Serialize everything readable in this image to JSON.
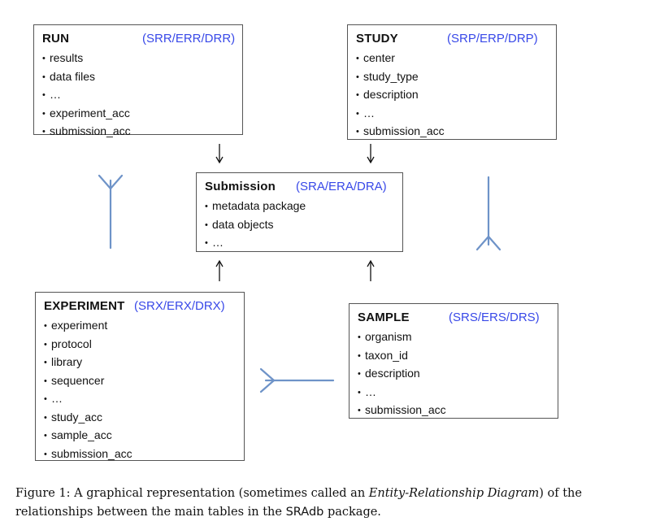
{
  "entities": {
    "run": {
      "title": "RUN",
      "code": "(SRR/ERR/DRR)",
      "fields": [
        "results",
        "data files",
        "…",
        "experiment_acc",
        "submission_acc"
      ]
    },
    "study": {
      "title": "STUDY",
      "code": "(SRP/ERP/DRP)",
      "fields": [
        "center",
        "study_type",
        "description",
        "…",
        "submission_acc"
      ]
    },
    "submission": {
      "title": "Submission",
      "code": "(SRA/ERA/DRA)",
      "fields": [
        "metadata package",
        "data objects",
        "…"
      ]
    },
    "experiment": {
      "title": "EXPERIMENT",
      "code": "(SRX/ERX/DRX)",
      "fields": [
        "experiment",
        "protocol",
        "library",
        "sequencer",
        "…",
        "study_acc",
        "sample_acc",
        "submission_acc"
      ]
    },
    "sample": {
      "title": "SAMPLE",
      "code": "(SRS/ERS/DRS)",
      "fields": [
        "organism",
        "taxon_id",
        "description",
        "…",
        "submission_acc"
      ]
    }
  },
  "caption": {
    "figure_label": "Figure 1:",
    "text_before": "A graphical representation (sometimes called an",
    "emphasis": "Entity-Relationship Diagram",
    "text_middle": ") of the relationships between the main tables in the",
    "package": "SRAdb",
    "text_after": "package."
  },
  "colors": {
    "code_text": "#3848e8",
    "relationship_arrow": "#6e93c8",
    "box_border": "#555555",
    "plain_arrow": "#111111"
  }
}
